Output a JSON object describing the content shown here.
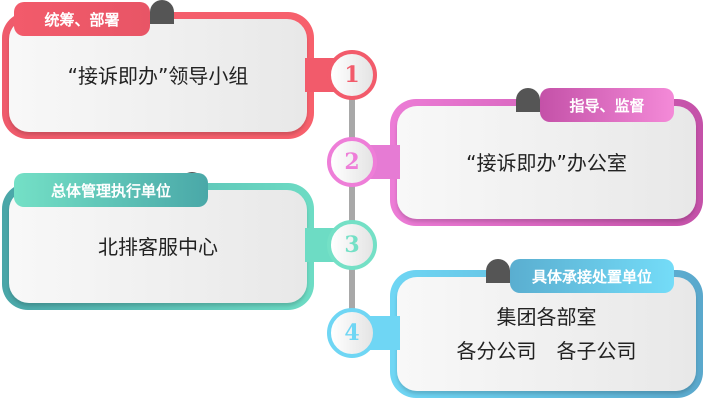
{
  "colors": {
    "step1": "#f25b6b",
    "step2": "#e67bd4",
    "step3": "#6ddcc4",
    "step4": "#6fd6f4"
  },
  "steps": [
    {
      "number": "1",
      "tag": "统筹、部署",
      "lines": [
        "“接诉即办”领导小组"
      ]
    },
    {
      "number": "2",
      "tag": "指导、监督",
      "lines": [
        "“接诉即办”办公室"
      ]
    },
    {
      "number": "3",
      "tag": "总体管理执行单位",
      "lines": [
        "北排客服中心"
      ]
    },
    {
      "number": "4",
      "tag": "具体承接处置单位",
      "lines": [
        "集团各部室",
        "各分公司　各子公司"
      ]
    }
  ]
}
